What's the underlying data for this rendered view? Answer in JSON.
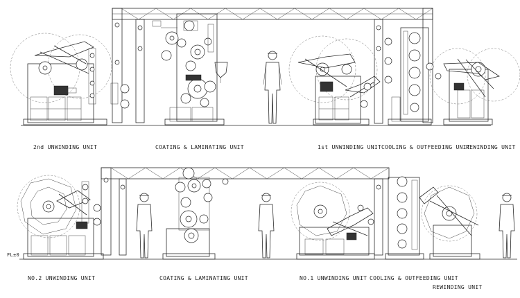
{
  "top_row": {
    "labels": {
      "second_unwinding": "2nd UNWINDING UNIT",
      "coating_laminating": "COATING & LAMINATING UNIT",
      "first_unwinding": "1st UNWINDING UNIT",
      "cooling_outfeeding": "COOLING & OUTFEEDING UNIT",
      "rewinding": "REWINDING UNIT"
    }
  },
  "bottom_row": {
    "floor_level": "FL±0",
    "labels": {
      "no2_unwinding": "NO.2 UNWINDING UNIT",
      "coating_laminating": "COATING & LAMINATING UNIT",
      "no1_unwinding": "NO.1 UNWINDING UNIT",
      "cooling_outfeeding": "COOLING & OUTFEEDING UNIT",
      "rewinding": "REWINDING UNIT"
    }
  }
}
